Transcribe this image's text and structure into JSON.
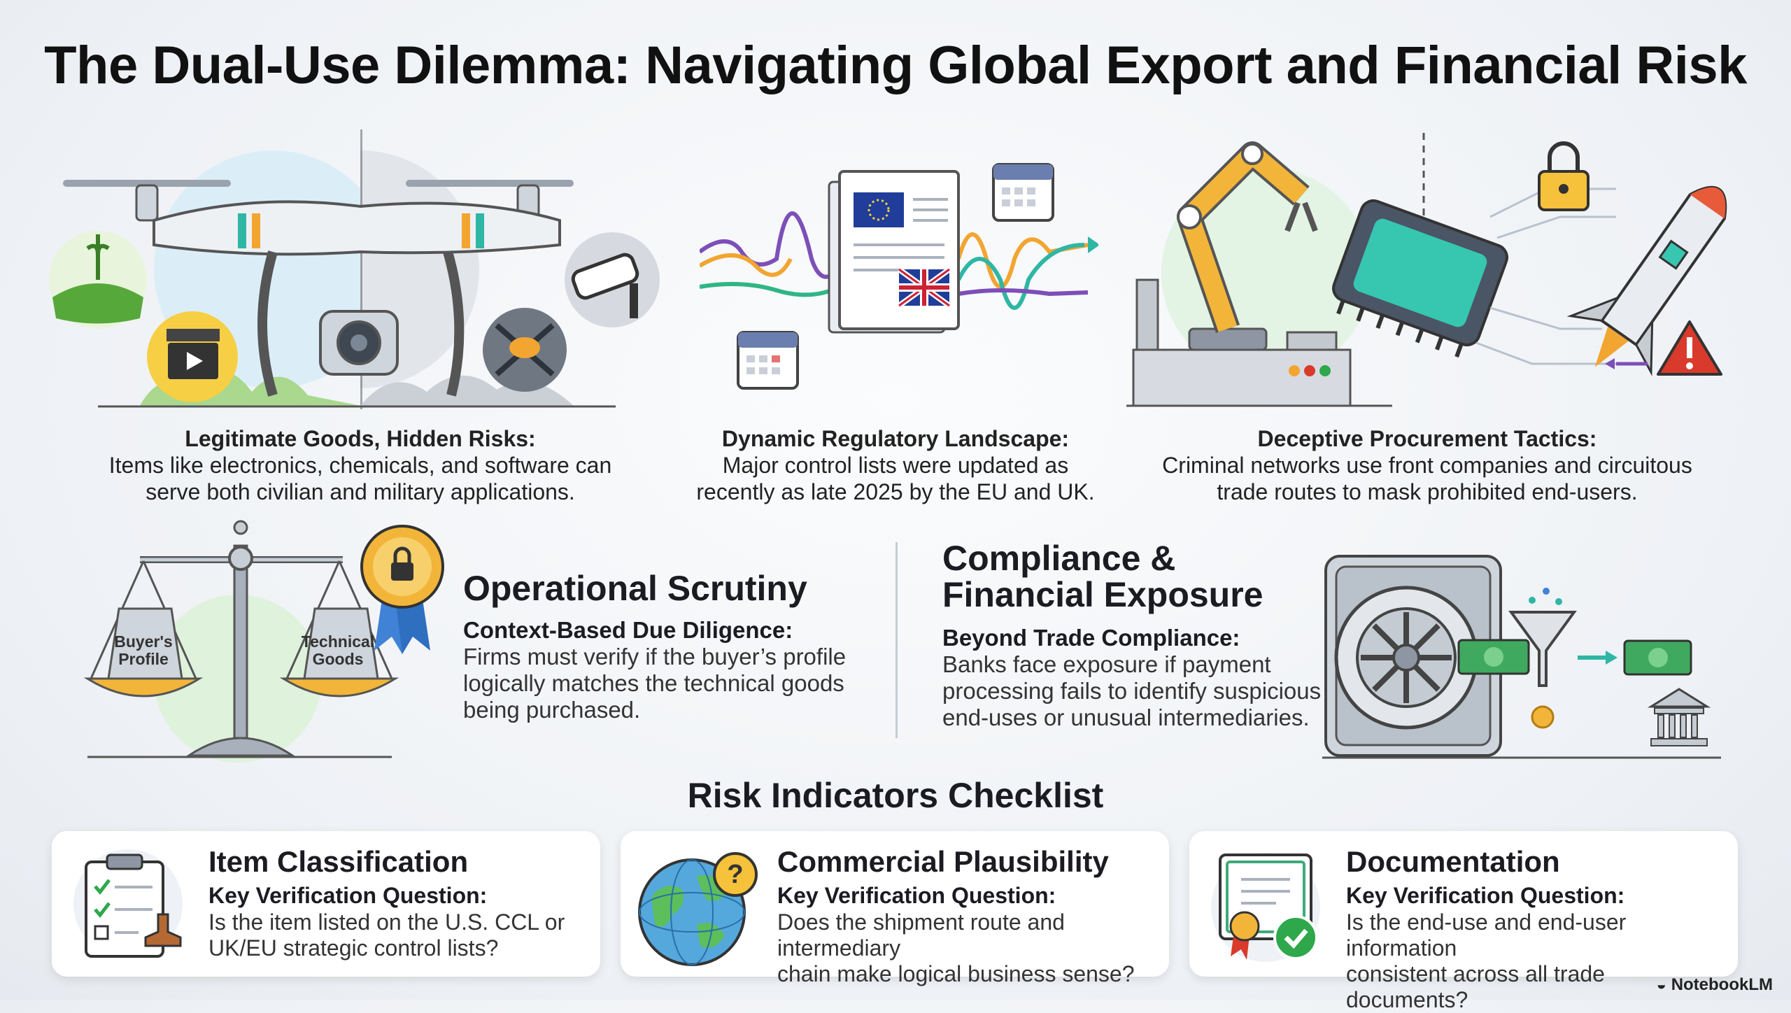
{
  "title": "The Dual-Use Dilemma: Navigating Global Export and Financial Risk",
  "top_panels": [
    {
      "heading": "Legitimate Goods, Hidden Risks:",
      "line1": "Items like electronics, chemicals, and software can",
      "line2": "serve both civilian and military applications."
    },
    {
      "heading": "Dynamic Regulatory Landscape:",
      "line1": "Major control lists were updated as",
      "line2": "recently as late 2025 by the EU and UK."
    },
    {
      "heading": "Deceptive Procurement Tactics:",
      "line1": "Criminal networks use front companies and circuitous",
      "line2": "trade routes to mask prohibited end-users."
    }
  ],
  "scales": {
    "left_label_1": "Buyer's",
    "left_label_2": "Profile",
    "right_label_1": "Technical",
    "right_label_2": "Goods"
  },
  "operational": {
    "title": "Operational Scrutiny",
    "subheading": "Context-Based Due Diligence:",
    "line1": "Firms must verify if the buyer’s profile",
    "line2": "logically matches the technical goods",
    "line3": "being purchased."
  },
  "compliance": {
    "title_line1": "Compliance &",
    "title_line2": "Financial Exposure",
    "subheading": "Beyond Trade Compliance:",
    "line1": "Banks face exposure if payment",
    "line2": "processing fails to identify suspicious",
    "line3": "end-uses or unusual intermediaries."
  },
  "checklist": {
    "title": "Risk Indicators Checklist",
    "cards": [
      {
        "title": "Item Classification",
        "question": "Key Verification Question:",
        "line1": "Is the item listed on the U.S. CCL or",
        "line2": "UK/EU strategic control lists?",
        "icon": "clipboard-stamp-icon"
      },
      {
        "title": "Commercial Plausibility",
        "question": "Key Verification Question:",
        "line1": "Does the shipment route and intermediary",
        "line2": "chain make logical business sense?",
        "icon": "globe-question-icon"
      },
      {
        "title": "Documentation",
        "question": "Key Verification Question:",
        "line1": "Is the end-use and end-user information",
        "line2": "consistent across all trade documents?",
        "icon": "certificate-check-icon"
      }
    ]
  },
  "brand": "NotebookLM",
  "colors": {
    "accent_green": "#2ea84a",
    "accent_orange": "#f2a531",
    "warning_red": "#d93a2b",
    "money_green": "#2f9a55"
  }
}
